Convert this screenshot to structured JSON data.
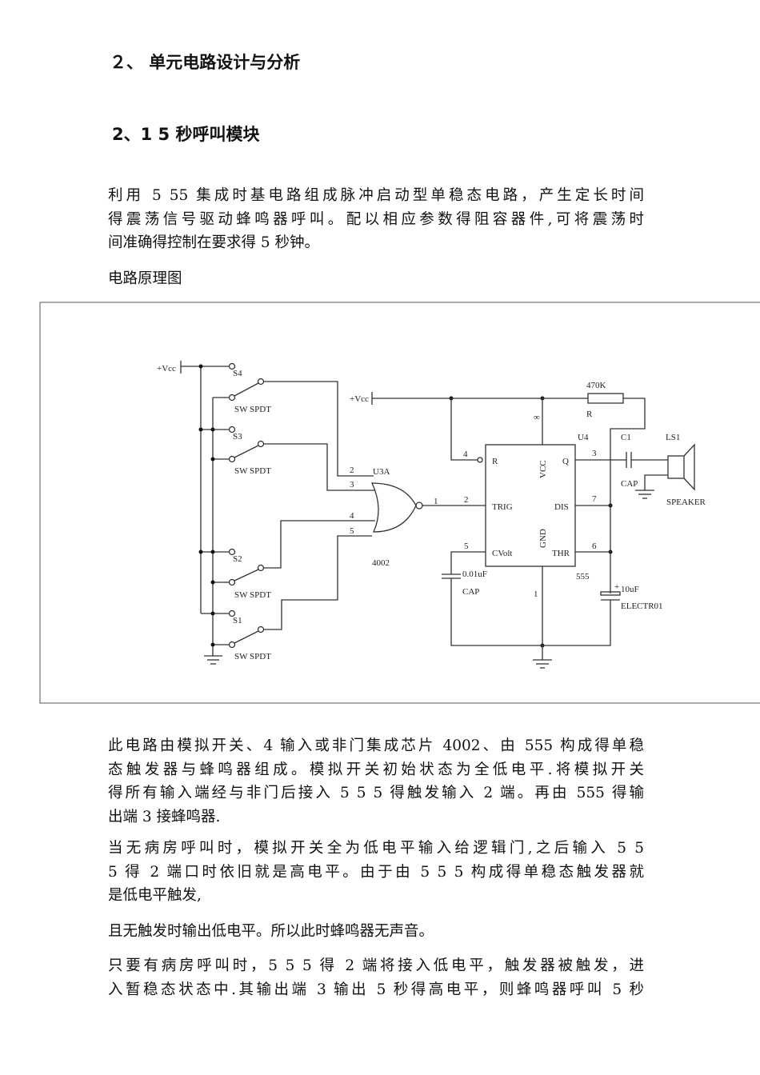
{
  "heading1": "２、 单元电路设计与分析",
  "heading2": "2、1 5 秒呼叫模块",
  "intro": [
    "利用 5 55 集成时基电路组成脉冲启动型单稳态电路，产生定长时间",
    "得震荡信号驱动蜂鸣器呼叫。配以相应参数得阻容器件,可将震荡时",
    "间准确得控制在要求得 5 秒钟。"
  ],
  "figure_caption": "电路原理图",
  "circuit": {
    "vcc_left": "+Vcc",
    "vcc_right": "+Vcc",
    "switches": [
      "S4",
      "S3",
      "S2",
      "S1"
    ],
    "switch_type": "SW SPDT",
    "gate_ref": "U3A",
    "gate_part": "4002",
    "gate_pins": [
      "2",
      "3",
      "4",
      "5",
      "1"
    ],
    "timer_ref": "U4",
    "timer_part": "555",
    "timer_pins": {
      "r": "R",
      "vcc": "VCC",
      "q": "Q",
      "trig": "TRIG",
      "dis": "DIS",
      "cvolt": "CVolt",
      "gnd": "GND",
      "thr": "THR"
    },
    "pin_numbers": {
      "p4": "4",
      "p8": "∞",
      "p3": "3",
      "p2": "2",
      "p7": "7",
      "p5": "5",
      "p6": "6",
      "p1": "1"
    },
    "resistor_value": "470K",
    "resistor_ref": "R",
    "c1_ref": "C1",
    "c1_type": "CAP",
    "speaker_ref": "LS1",
    "speaker_type": "SPEAKER",
    "c_ctrl_value": "0.01uF",
    "c_ctrl_type": "CAP",
    "c_timing_polarity": "+",
    "c_timing_value": "10uF",
    "c_timing_type": "ELECTR01"
  },
  "paragraphs": [
    [
      "此电路由模拟开关、4 输入或非门集成芯片 4002、由 555 构成得单稳",
      "态触发器与蜂鸣器组成。模拟开关初始状态为全低电平.将模拟开关",
      "得所有输入端经与非门后接入 5 5 5 得触发输入 2 端。再由 555 得输",
      "出端 3 接蜂鸣器."
    ],
    [
      "当无病房呼叫时，模拟开关全为低电平输入给逻辑门,之后输入 5 5",
      "5 得 2 端口时依旧就是高电平。由于由 5 5 5 构成得单稳态触发器就",
      "是低电平触发,"
    ],
    [
      "且无触发时输出低电平。所以此时蜂鸣器无声音。"
    ],
    [
      "只要有病房呼叫时，5 5 5 得 2 端将接入低电平，触发器被触发，进",
      "入暂稳态状态中.其输出端 3 输出 5 秒得高电平，则蜂鸣器呼叫 5 秒"
    ]
  ]
}
